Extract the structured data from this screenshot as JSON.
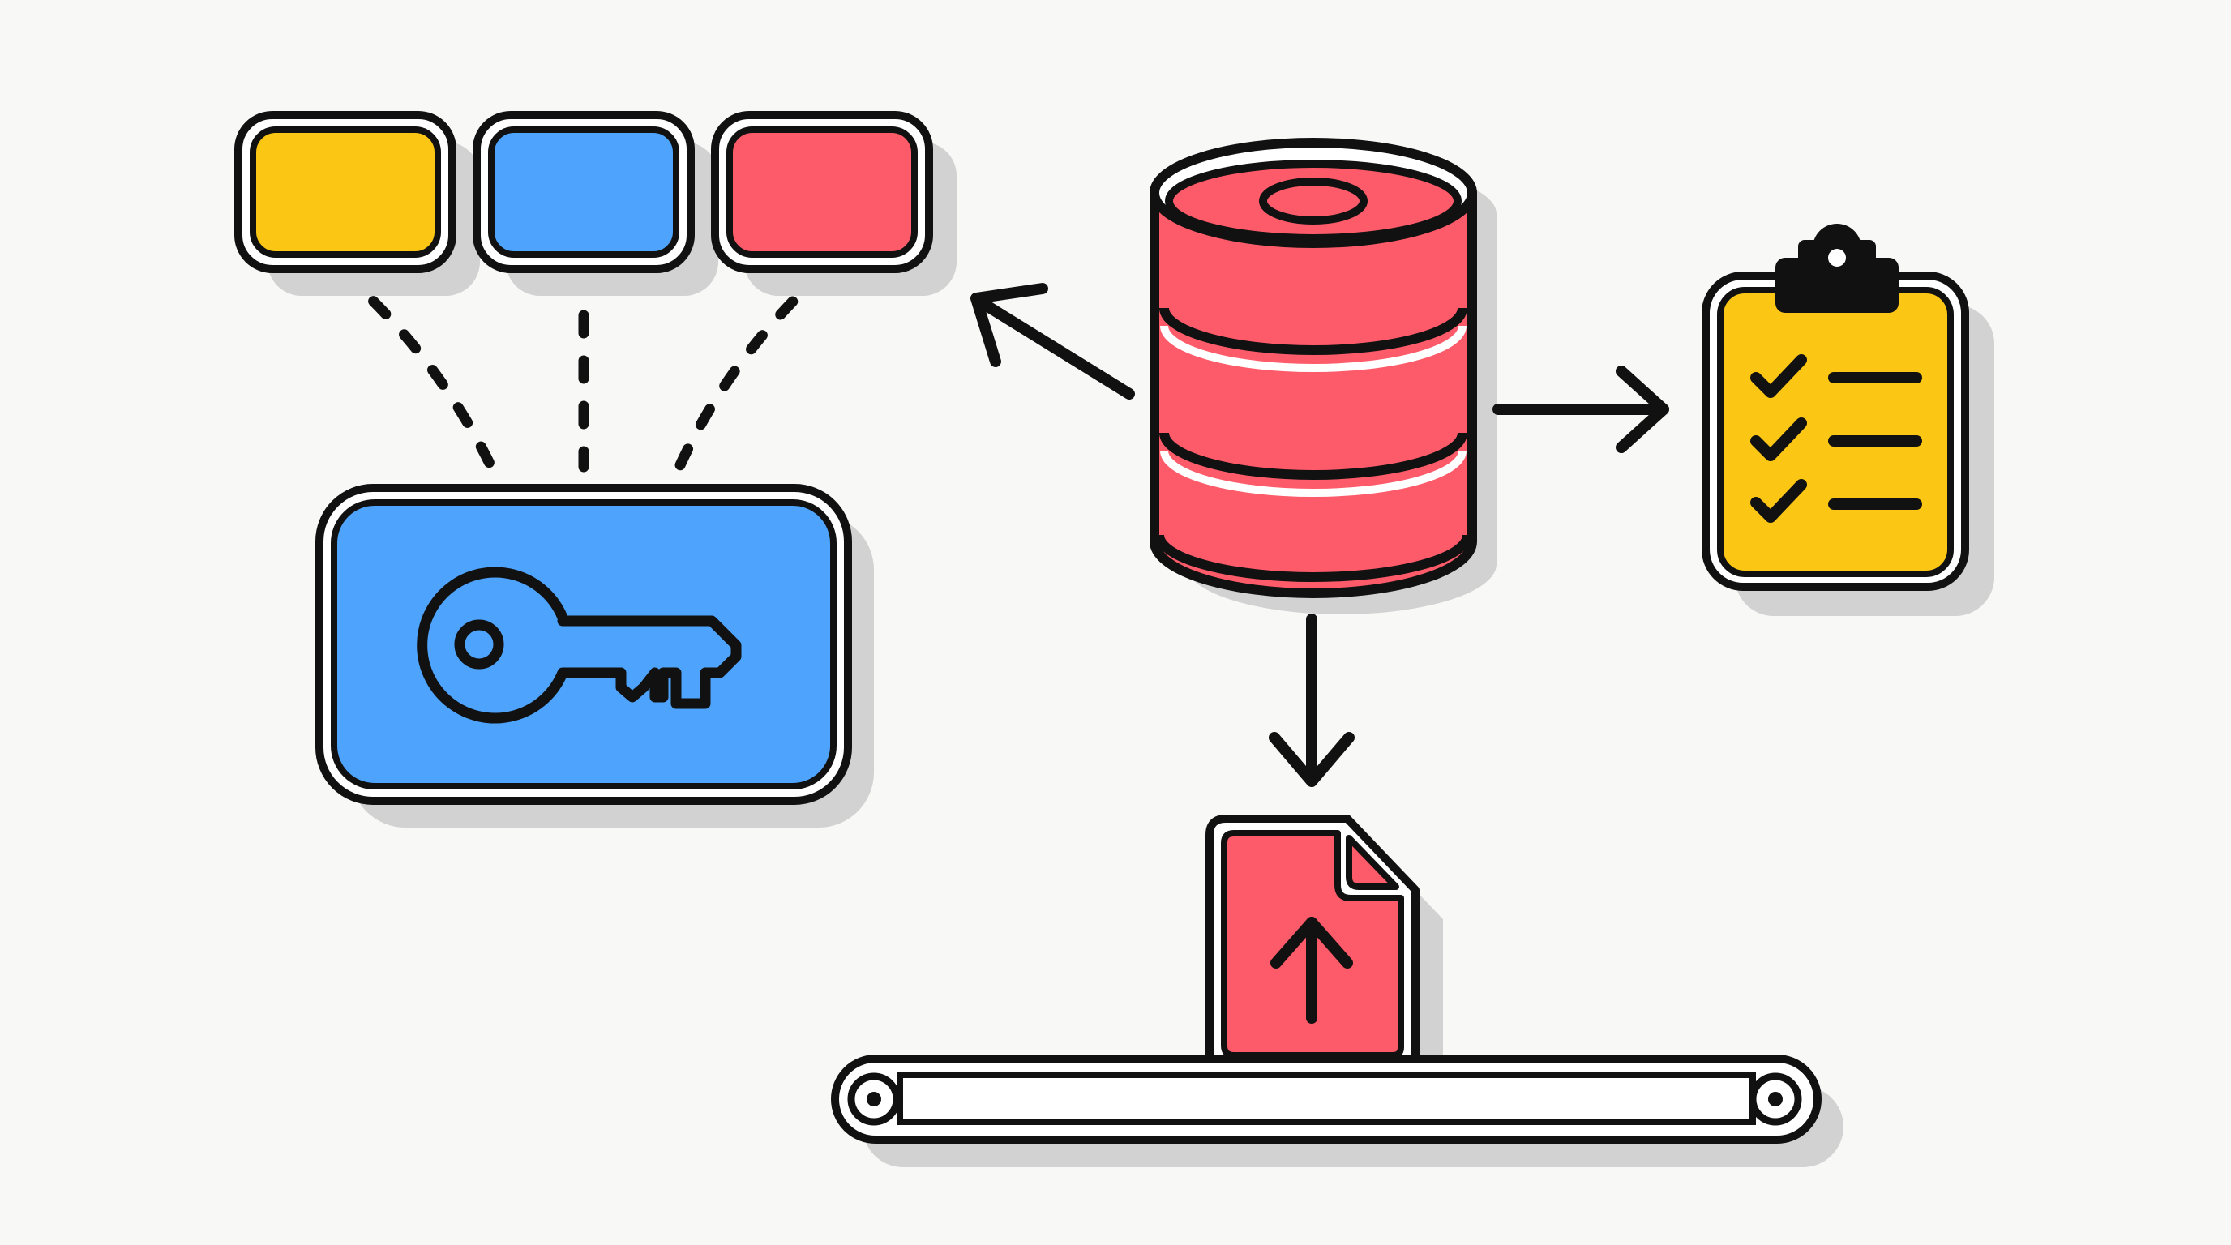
{
  "diagram": {
    "labels": [],
    "colors": {
      "background": "#f8f8f7",
      "outline": "#111111",
      "shadow": "#d2d2d2",
      "yellow": "#fcc614",
      "blue": "#4ea3fc",
      "red": "#fe5b6a",
      "white": "#ffffff"
    },
    "nodes": [
      {
        "id": "yellow-tag",
        "icon": "rounded-rectangle"
      },
      {
        "id": "blue-tag",
        "icon": "rounded-rectangle"
      },
      {
        "id": "red-tag",
        "icon": "rounded-rectangle"
      },
      {
        "id": "key-card",
        "icon": "key-icon"
      },
      {
        "id": "database",
        "icon": "database-cylinder-icon"
      },
      {
        "id": "checklist",
        "icon": "clipboard-checklist-icon"
      },
      {
        "id": "upload-file",
        "icon": "file-upload-icon"
      },
      {
        "id": "conveyor",
        "icon": "conveyor-belt-icon"
      }
    ],
    "edges": [
      {
        "from": "yellow-tag",
        "to": "key-card",
        "style": "dashed"
      },
      {
        "from": "blue-tag",
        "to": "key-card",
        "style": "dashed"
      },
      {
        "from": "red-tag",
        "to": "key-card",
        "style": "dashed"
      },
      {
        "from": "database",
        "to": "tags",
        "style": "solid-arrow"
      },
      {
        "from": "database",
        "to": "checklist",
        "style": "solid-arrow"
      },
      {
        "from": "database",
        "to": "upload-file",
        "style": "solid-arrow"
      }
    ]
  }
}
